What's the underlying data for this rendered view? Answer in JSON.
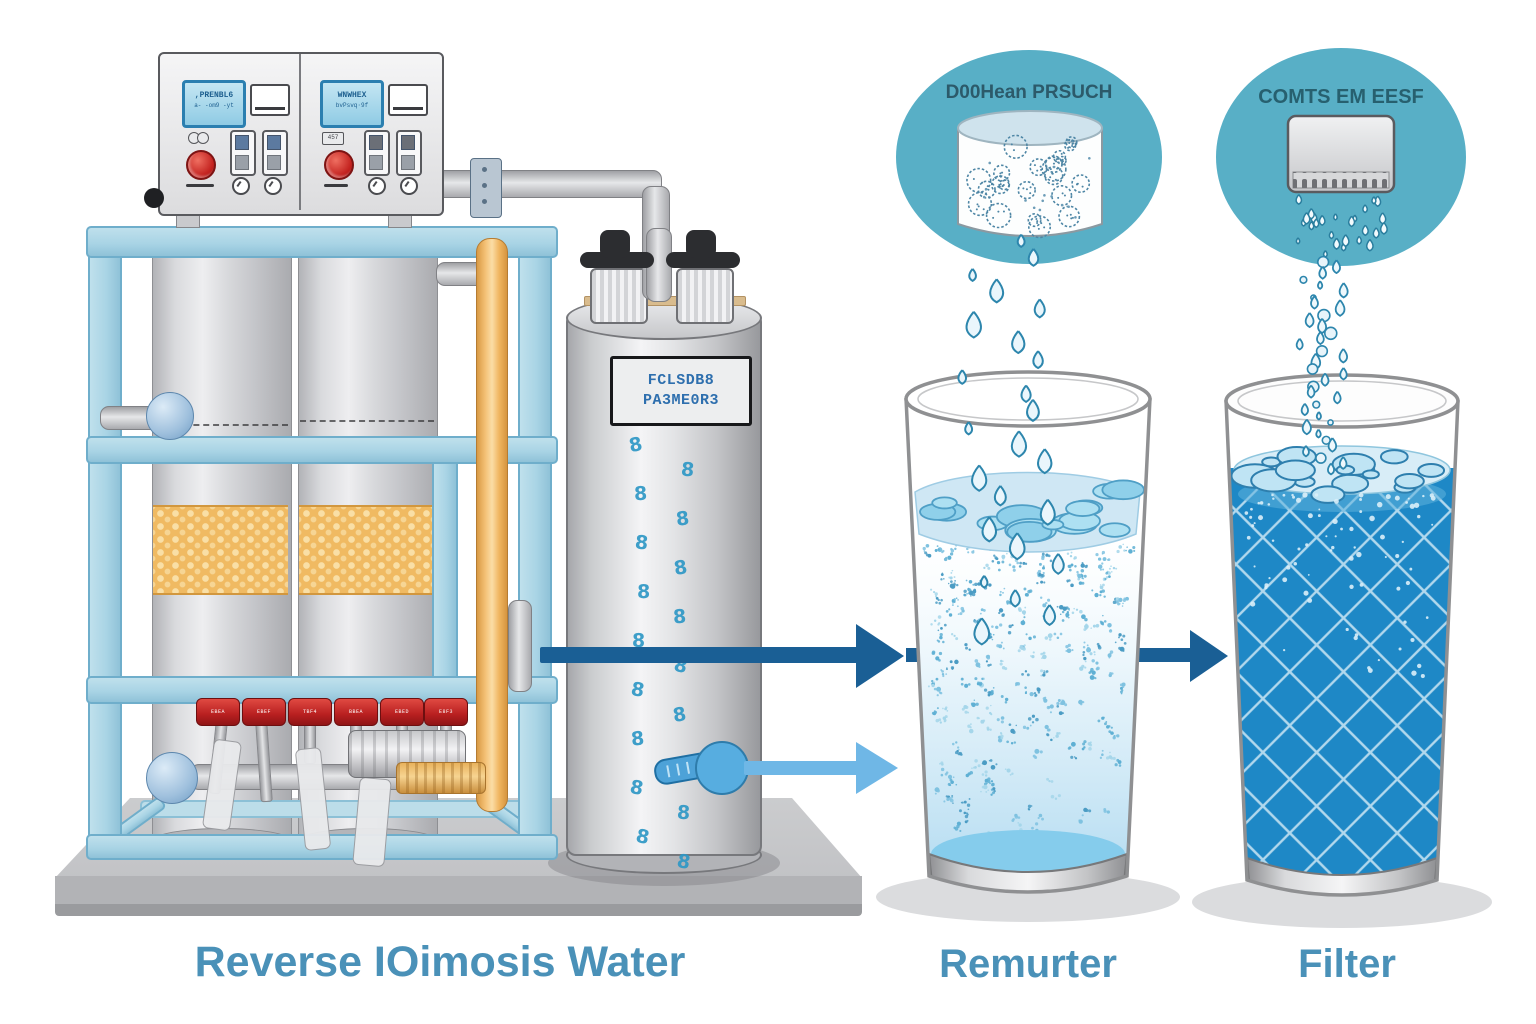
{
  "title": "Reverse IOimosis Water",
  "control_panel": {
    "screen_left_line1": ",PRENBL6",
    "screen_left_line2": "a- -om9 -yt",
    "screen_right_line1": "WNWHEX",
    "screen_right_line2": "bvPsvq·9f",
    "meter_count": 2,
    "icon_right_text": "457"
  },
  "tank": {
    "label_line1": "FCLSDB8",
    "label_line2": "PA3ME0R3"
  },
  "callouts": {
    "particles_title": "D00Hean PRSUCH",
    "filter_title": "COMTS EM EESF"
  },
  "glasses": {
    "middle_label": "Remurter",
    "right_label": "Filter"
  },
  "valves": {
    "labels": [
      "EBEA",
      "EBEF",
      "TBF4",
      "BBEA",
      "EBED",
      "E8F3"
    ]
  },
  "colors": {
    "teal_circle": "#58afc6",
    "label_blue": "#4a91b8",
    "arrow_dark": "#1a5f95",
    "arrow_light": "#6fb7e6",
    "water_blue": "#1e88c6",
    "frame_blue": "#a9d4e5",
    "media_band_orange": "#f0ba62"
  }
}
